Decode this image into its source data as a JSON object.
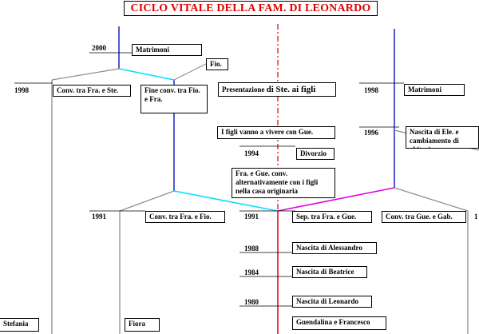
{
  "title": "CICLO VITALE DELLA FAM. DI LEONARDO",
  "years": {
    "y2000": "2000",
    "y1998_left": "1998",
    "y1998_right": "1998",
    "y1996": "1996",
    "y1994": "1994",
    "y1991_left": "1991",
    "y1991_center": "1991",
    "y1991_right": "1",
    "y1988": "1988",
    "y1984": "1984",
    "y1980": "1980"
  },
  "events": {
    "matrimoni_top": "Matrimoni",
    "fio": "Fio.",
    "conv_fra_ste": "Conv. tra Fra. e Ste.",
    "fine_conv": "Fine conv. tra Fio. e Fra.",
    "presentazione_pre": "Presentazione ",
    "presentazione_di": "di Ste. ai figli",
    "matrimoni_right": "Matrimoni",
    "figli_gue": "I figli vanno a vivere con Gue.",
    "nascita_ele": "Nascita di Ele. e cambiamento di abitazione",
    "divorzio": "Divorzio",
    "conv_alternativa": "Fra. e Gue. conv. alternativamente con i figli nella casa originaria",
    "conv_fra_fio": "Conv. tra Fra. e Fio.",
    "sep_fra_gue": "Sep. tra Fra. e Gue.",
    "conv_gue_gab": "Conv. tra Gue. e Gab.",
    "nascita_alessandro": "Nascita di Alessandro",
    "nascita_beatrice": "Nascita di Beatrice",
    "nascita_leonardo": "Nascita di Leonardo",
    "stefania": "Stefania",
    "fiora": "Fiora",
    "guendalina_francesco": "Guendalina e Francesco"
  },
  "colors": {
    "title_text": "#e00000",
    "center_axis": "#e00000",
    "francesco_line": "#2020c0",
    "fra_fio_branch": "#00e0ff",
    "fra_gue_branch": "#e000e0",
    "gray_branch": "#909090"
  }
}
